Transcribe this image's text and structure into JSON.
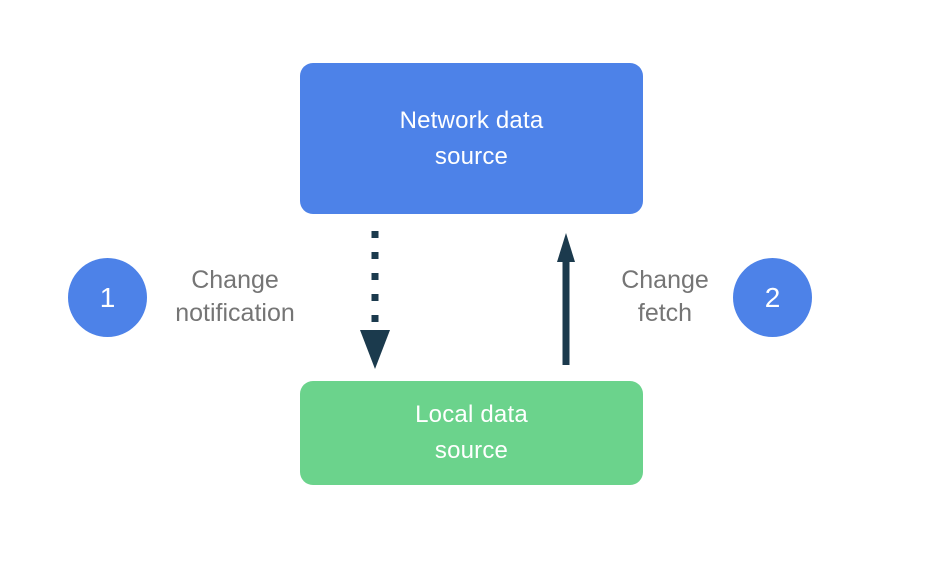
{
  "colors": {
    "node_blue": "#4d82e8",
    "node_green": "#6bd38c",
    "arrow_dark": "#1b3a4d",
    "label_gray": "#757575",
    "node_text_white": "#ffffff",
    "background": "#ffffff"
  },
  "nodes": {
    "network": {
      "lines": [
        "Network data",
        "source"
      ]
    },
    "local": {
      "lines": [
        "Local data",
        "source"
      ]
    }
  },
  "steps": [
    {
      "number": "1",
      "label_lines": [
        "Change",
        "notification"
      ]
    },
    {
      "number": "2",
      "label_lines": [
        "Change",
        "fetch"
      ]
    }
  ],
  "arrows": [
    {
      "name": "change-notification",
      "style": "dotted",
      "direction": "down"
    },
    {
      "name": "change-fetch",
      "style": "solid",
      "direction": "up"
    }
  ]
}
